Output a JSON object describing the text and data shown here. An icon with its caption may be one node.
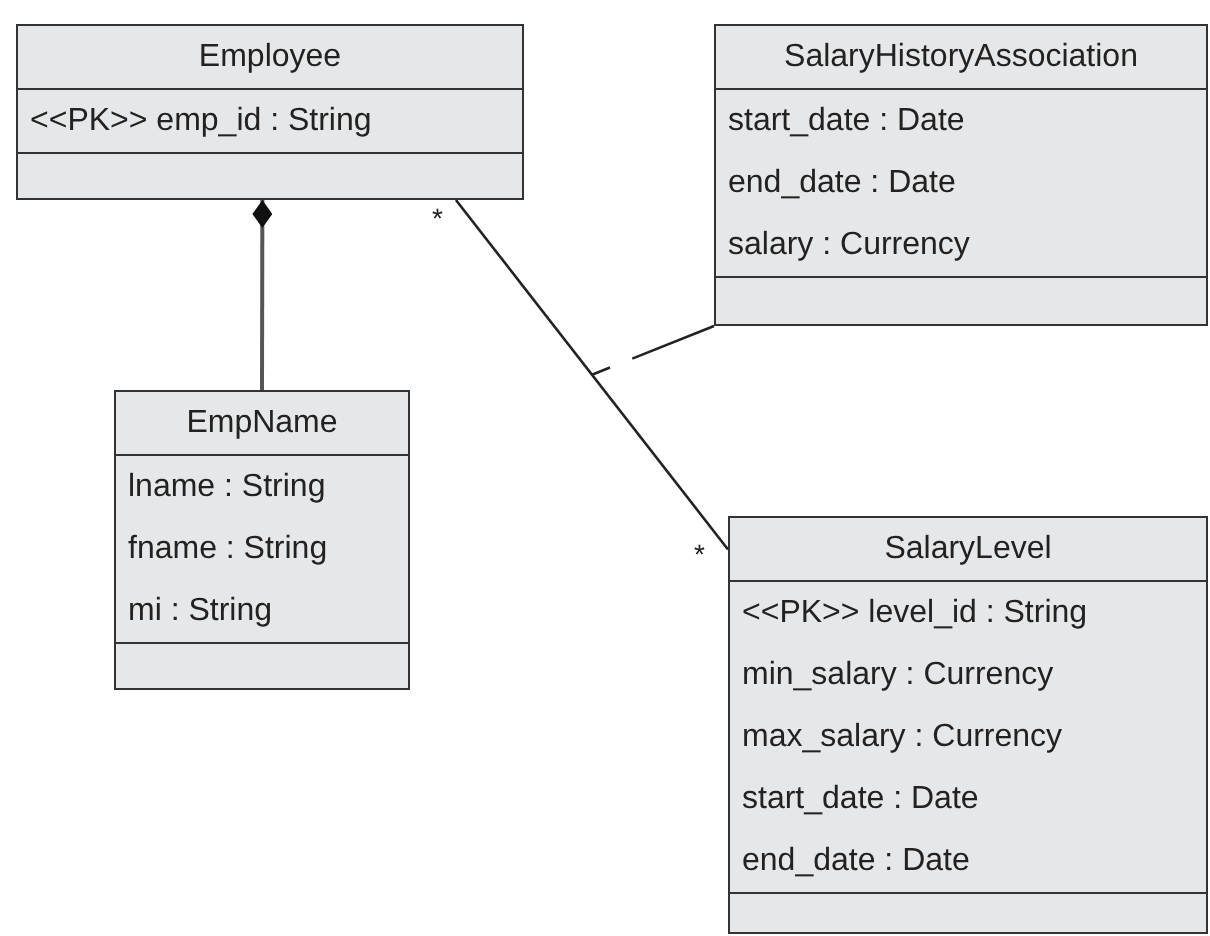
{
  "diagram": {
    "nodes": [
      {
        "text": [
          "Employee",
          "<<PK>> emp_id : String"
        ]
      },
      {
        "text": [
          "SalaryHistoryAssociation",
          "start_date : Date",
          "end_date : Date",
          "salary : Currency"
        ]
      },
      {
        "text": [
          "EmpName",
          "lname : String",
          "fname : String",
          "mi : String"
        ]
      },
      {
        "text": [
          "SalaryLevel",
          "<<PK>> level_id : String",
          "min_salary : Currency",
          "max_salary : Currency",
          "start_date : Date",
          "end_date : Date"
        ]
      }
    ],
    "edges": [
      {
        "from": 0,
        "to": 2,
        "arrow": "other"
      },
      {
        "from": 0,
        "to": 3,
        "arrow": "none"
      },
      {
        "from": 1,
        "to": null,
        "arrow": "none",
        "style": "dashed"
      }
    ],
    "labels": [
      "*",
      "*"
    ]
  }
}
